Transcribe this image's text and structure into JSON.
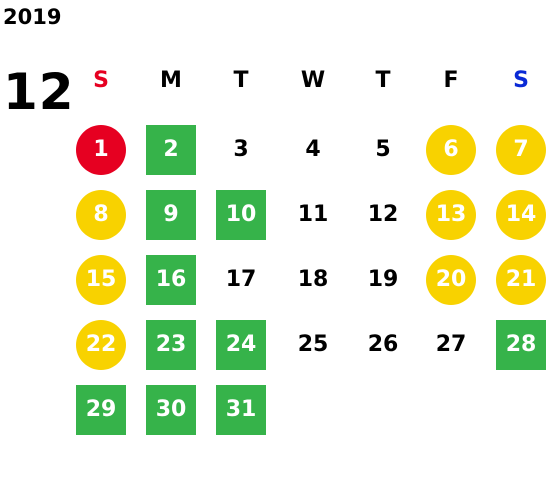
{
  "calendar": {
    "year": "2019",
    "month": "12",
    "weekdays": [
      {
        "label": "S",
        "color": "#e60021"
      },
      {
        "label": "M",
        "color": "#000000"
      },
      {
        "label": "T",
        "color": "#000000"
      },
      {
        "label": "W",
        "color": "#000000"
      },
      {
        "label": "T",
        "color": "#000000"
      },
      {
        "label": "F",
        "color": "#000000"
      },
      {
        "label": "S",
        "color": "#0a2ad6"
      }
    ],
    "colors": {
      "red": "#e60021",
      "yellow": "#f8d200",
      "green": "#36b34a",
      "plain": "#000000"
    },
    "weeks": [
      [
        {
          "day": "1",
          "style": "red"
        },
        {
          "day": "2",
          "style": "green"
        },
        {
          "day": "3",
          "style": "plain"
        },
        {
          "day": "4",
          "style": "plain"
        },
        {
          "day": "5",
          "style": "plain"
        },
        {
          "day": "6",
          "style": "yellow"
        },
        {
          "day": "7",
          "style": "yellow"
        }
      ],
      [
        {
          "day": "8",
          "style": "yellow"
        },
        {
          "day": "9",
          "style": "green"
        },
        {
          "day": "10",
          "style": "green"
        },
        {
          "day": "11",
          "style": "plain"
        },
        {
          "day": "12",
          "style": "plain"
        },
        {
          "day": "13",
          "style": "yellow"
        },
        {
          "day": "14",
          "style": "yellow"
        }
      ],
      [
        {
          "day": "15",
          "style": "yellow"
        },
        {
          "day": "16",
          "style": "green"
        },
        {
          "day": "17",
          "style": "plain"
        },
        {
          "day": "18",
          "style": "plain"
        },
        {
          "day": "19",
          "style": "plain"
        },
        {
          "day": "20",
          "style": "yellow"
        },
        {
          "day": "21",
          "style": "yellow"
        }
      ],
      [
        {
          "day": "22",
          "style": "yellow"
        },
        {
          "day": "23",
          "style": "green"
        },
        {
          "day": "24",
          "style": "green"
        },
        {
          "day": "25",
          "style": "plain"
        },
        {
          "day": "26",
          "style": "plain"
        },
        {
          "day": "27",
          "style": "plain"
        },
        {
          "day": "28",
          "style": "green"
        }
      ],
      [
        {
          "day": "29",
          "style": "green"
        },
        {
          "day": "30",
          "style": "green"
        },
        {
          "day": "31",
          "style": "green"
        }
      ]
    ]
  }
}
